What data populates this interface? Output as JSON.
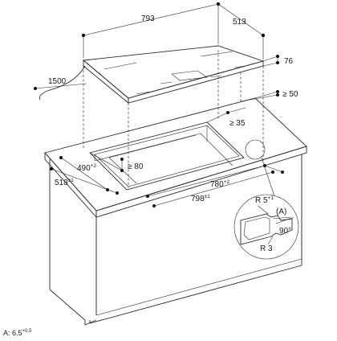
{
  "dimensions": {
    "hob_width": "793",
    "hob_depth": "513",
    "hob_height": "76",
    "cable_length": "1500",
    "back_clearance": "≥ 50",
    "side_clearance": "≥ 35",
    "front_clearance": "≥ 80",
    "cutout_depth": "490",
    "cutout_depth_tol": "+2",
    "recess_depth": "518",
    "recess_depth_tol": "±1",
    "cutout_width": "780",
    "cutout_width_tol": "+2",
    "recess_width": "798",
    "recess_width_tol": "±1"
  },
  "detail": {
    "radius_outer": "R 5",
    "radius_outer_tol": "+1",
    "marker": "(A)",
    "angle": "90°",
    "radius_inner": "R 3"
  },
  "note": {
    "label": "A:",
    "value": "6.5",
    "tolerance": "+0.5"
  }
}
